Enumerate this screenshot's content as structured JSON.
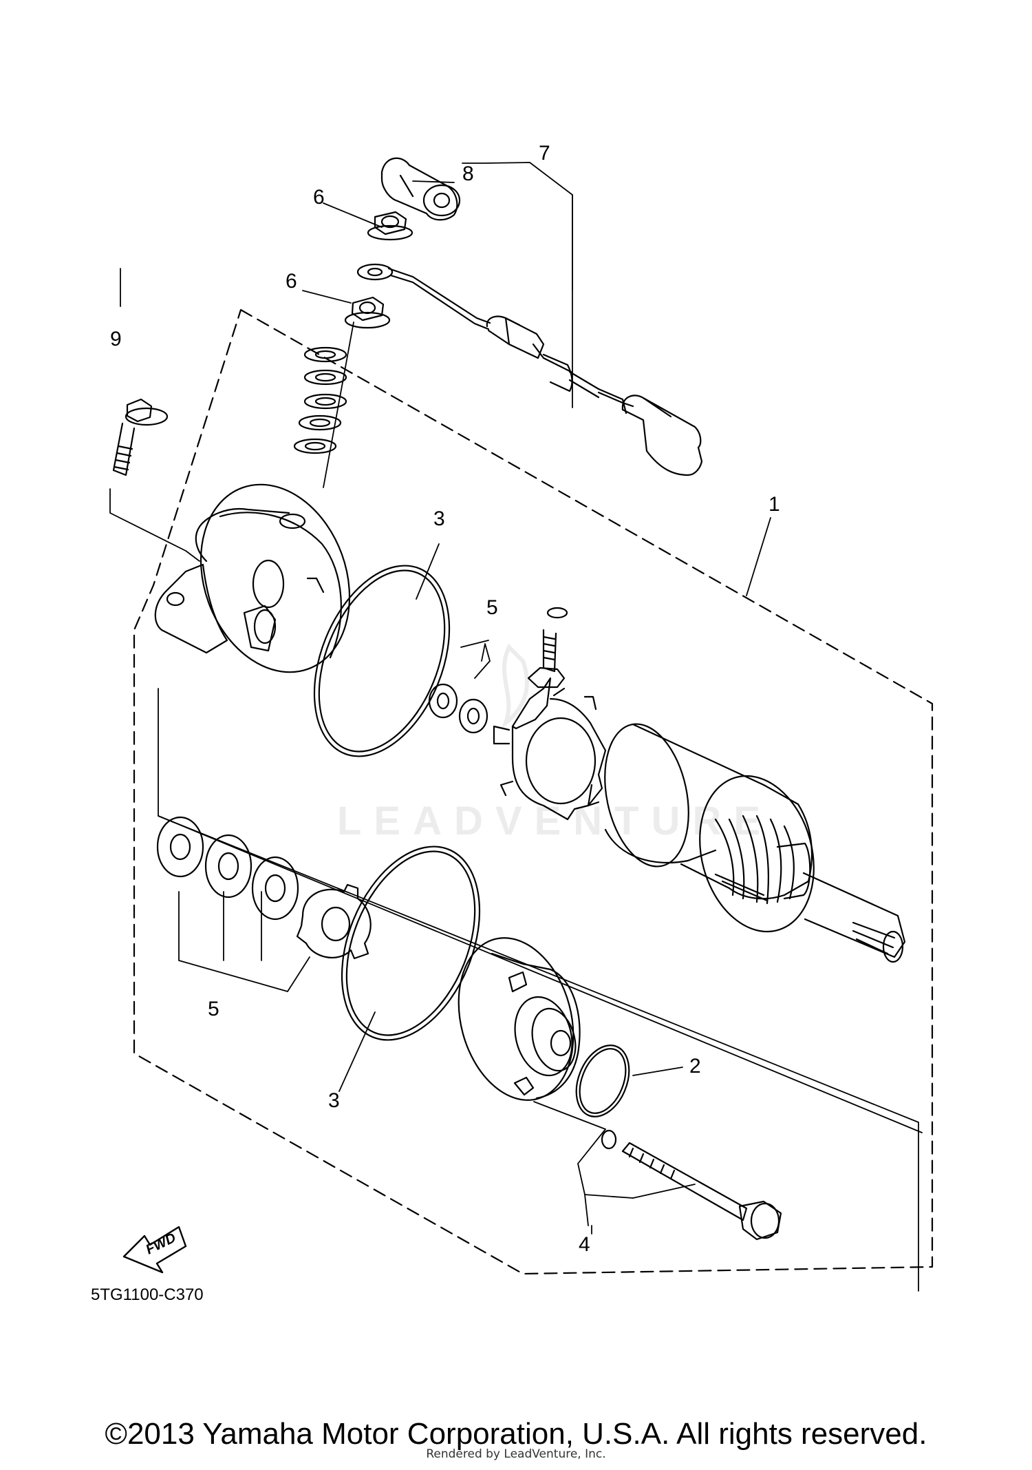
{
  "diagram": {
    "callouts": [
      {
        "key": "c7",
        "label": "7"
      },
      {
        "key": "c8",
        "label": "8"
      },
      {
        "key": "c6a",
        "label": "6"
      },
      {
        "key": "c6b",
        "label": "6"
      },
      {
        "key": "c9",
        "label": "9"
      },
      {
        "key": "c1",
        "label": "1"
      },
      {
        "key": "c3a",
        "label": "3"
      },
      {
        "key": "c5a",
        "label": "5"
      },
      {
        "key": "c5b",
        "label": "5"
      },
      {
        "key": "c3b",
        "label": "3"
      },
      {
        "key": "c2",
        "label": "2"
      },
      {
        "key": "c4",
        "label": "4"
      }
    ],
    "diagram_code": "5TG1100-C370",
    "fwd_label": "FWD",
    "watermark": "LEADVENTURE"
  },
  "footer": {
    "copyright": "©2013 Yamaha Motor Corporation, U.S.A. All rights reserved.",
    "rendered_by": "Rendered by LeadVenture, Inc."
  },
  "colors": {
    "line": "#000000",
    "watermark": "#ececec"
  }
}
